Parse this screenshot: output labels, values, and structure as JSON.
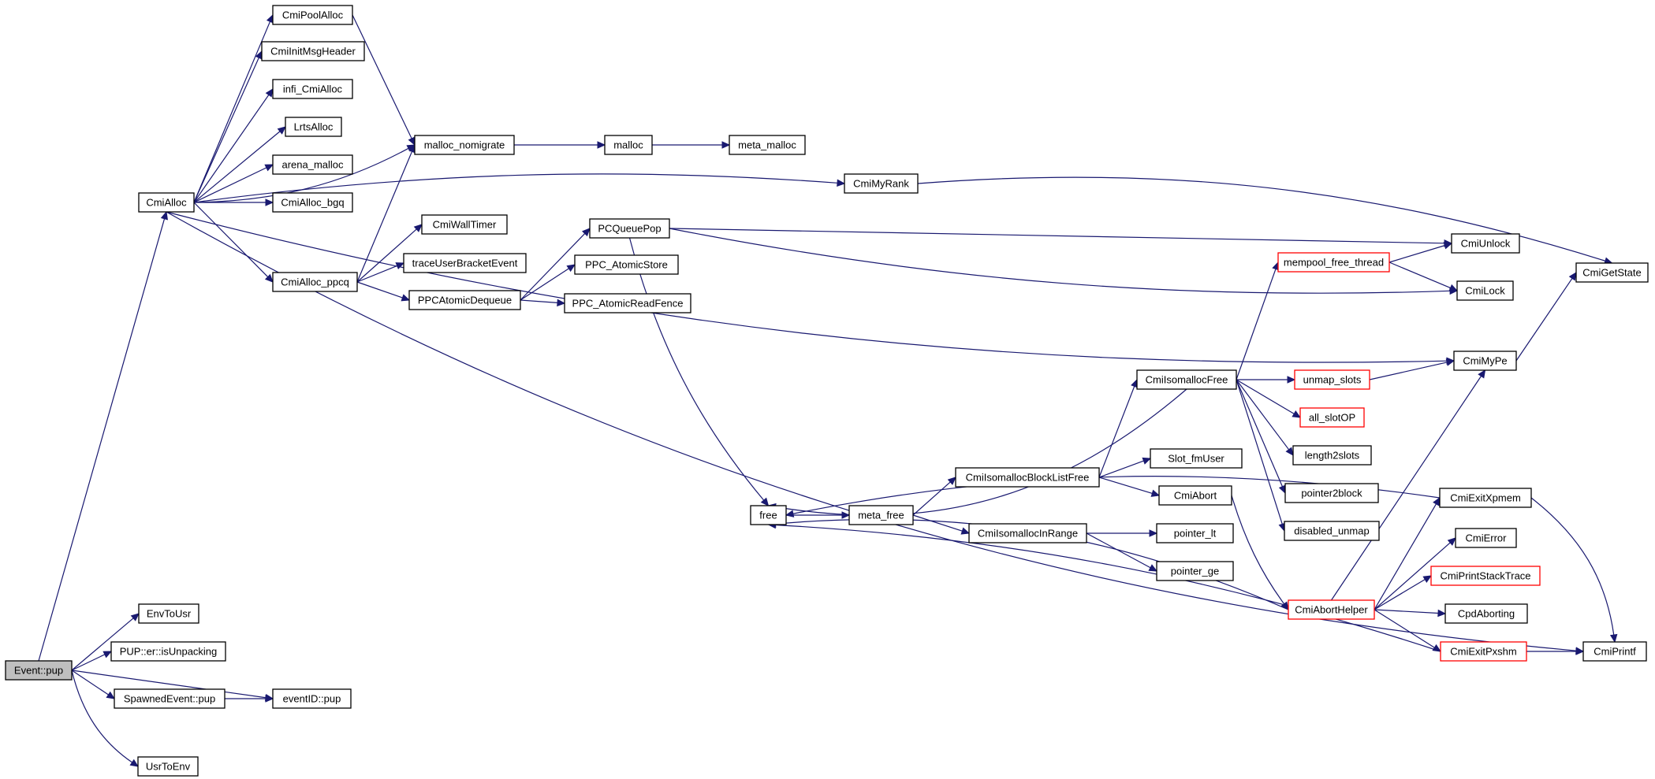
{
  "colors": {
    "edge": "#191970",
    "node_border": "#000000",
    "truncated_border": "#ff0000",
    "root_fill": "#bfbfbf",
    "node_fill": "#ffffff"
  },
  "nodes": [
    {
      "id": "event_pup",
      "label": "Event::pup",
      "style": "root"
    },
    {
      "id": "cmialloc",
      "label": "CmiAlloc"
    },
    {
      "id": "envtousr",
      "label": "EnvToUsr"
    },
    {
      "id": "isunpacking",
      "label": "PUP::er::isUnpacking"
    },
    {
      "id": "spawnedevent_pup",
      "label": "SpawnedEvent::pup"
    },
    {
      "id": "usrtoenv",
      "label": "UsrToEnv"
    },
    {
      "id": "eventid_pup",
      "label": "eventID::pup"
    },
    {
      "id": "cmipoolalloc",
      "label": "CmiPoolAlloc"
    },
    {
      "id": "cmiinitmsgheader",
      "label": "CmiInitMsgHeader"
    },
    {
      "id": "infi_cmialloc",
      "label": "infi_CmiAlloc"
    },
    {
      "id": "lrtsalloc",
      "label": "LrtsAlloc"
    },
    {
      "id": "arena_malloc",
      "label": "arena_malloc"
    },
    {
      "id": "cmialloc_bgq",
      "label": "CmiAlloc_bgq"
    },
    {
      "id": "cmialloc_ppcq",
      "label": "CmiAlloc_ppcq"
    },
    {
      "id": "malloc_nomigrate",
      "label": "malloc_nomigrate"
    },
    {
      "id": "malloc",
      "label": "malloc"
    },
    {
      "id": "meta_malloc",
      "label": "meta_malloc"
    },
    {
      "id": "cmimyrank",
      "label": "CmiMyRank"
    },
    {
      "id": "cmiwalltimer",
      "label": "CmiWallTimer"
    },
    {
      "id": "traceuserbracketevent",
      "label": "traceUserBracketEvent"
    },
    {
      "id": "ppcatomicdequeue",
      "label": "PPCAtomicDequeue"
    },
    {
      "id": "pcqueuepop",
      "label": "PCQueuePop"
    },
    {
      "id": "ppc_atomicstore",
      "label": "PPC_AtomicStore"
    },
    {
      "id": "ppc_atomicreadfence",
      "label": "PPC_AtomicReadFence"
    },
    {
      "id": "cmiunlock",
      "label": "CmiUnlock"
    },
    {
      "id": "cmilock",
      "label": "CmiLock"
    },
    {
      "id": "cmigetstate",
      "label": "CmiGetState"
    },
    {
      "id": "mempool_free_thread",
      "label": "mempool_free_thread",
      "style": "truncated"
    },
    {
      "id": "cmimype",
      "label": "CmiMyPe"
    },
    {
      "id": "cmiisomallocfree",
      "label": "CmiIsomallocFree"
    },
    {
      "id": "unmap_slots",
      "label": "unmap_slots",
      "style": "truncated"
    },
    {
      "id": "all_slotop",
      "label": "all_slotOP",
      "style": "truncated"
    },
    {
      "id": "length2slots",
      "label": "length2slots"
    },
    {
      "id": "pointer2block",
      "label": "pointer2block"
    },
    {
      "id": "disabled_unmap",
      "label": "disabled_unmap"
    },
    {
      "id": "free",
      "label": "free"
    },
    {
      "id": "meta_free",
      "label": "meta_free"
    },
    {
      "id": "cmiisomallocblocklistfree",
      "label": "CmiIsomallocBlockListFree"
    },
    {
      "id": "cmiisomallocinrange",
      "label": "CmiIsomallocInRange"
    },
    {
      "id": "slot_fmuser",
      "label": "Slot_fmUser"
    },
    {
      "id": "cmiabort",
      "label": "CmiAbort"
    },
    {
      "id": "pointer_lt",
      "label": "pointer_lt"
    },
    {
      "id": "pointer_ge",
      "label": "pointer_ge"
    },
    {
      "id": "cmiexitxpmem",
      "label": "CmiExitXpmem"
    },
    {
      "id": "cmierror",
      "label": "CmiError"
    },
    {
      "id": "cmiprintstacktrace",
      "label": "CmiPrintStackTrace",
      "style": "truncated"
    },
    {
      "id": "cmiaborthelper",
      "label": "CmiAbortHelper",
      "style": "truncated"
    },
    {
      "id": "cpdaborting",
      "label": "CpdAborting"
    },
    {
      "id": "cmiexitpxshm",
      "label": "CmiExitPxshm",
      "style": "truncated"
    },
    {
      "id": "cmiprintf",
      "label": "CmiPrintf"
    }
  ],
  "edges": [
    [
      "event_pup",
      "cmialloc"
    ],
    [
      "event_pup",
      "envtousr"
    ],
    [
      "event_pup",
      "isunpacking"
    ],
    [
      "event_pup",
      "spawnedevent_pup"
    ],
    [
      "event_pup",
      "eventid_pup"
    ],
    [
      "event_pup",
      "usrtoenv"
    ],
    [
      "spawnedevent_pup",
      "eventid_pup"
    ],
    [
      "cmialloc",
      "cmipoolalloc"
    ],
    [
      "cmialloc",
      "cmiinitmsgheader"
    ],
    [
      "cmialloc",
      "infi_cmialloc"
    ],
    [
      "cmialloc",
      "lrtsalloc"
    ],
    [
      "cmialloc",
      "arena_malloc"
    ],
    [
      "cmialloc",
      "cmialloc_bgq"
    ],
    [
      "cmialloc",
      "cmialloc_ppcq"
    ],
    [
      "cmialloc",
      "malloc_nomigrate"
    ],
    [
      "cmialloc",
      "cmimyrank"
    ],
    [
      "cmialloc",
      "cmimype"
    ],
    [
      "cmialloc",
      "cmiprintf"
    ],
    [
      "cmipoolalloc",
      "malloc_nomigrate"
    ],
    [
      "cmialloc_ppcq",
      "malloc_nomigrate"
    ],
    [
      "cmialloc_ppcq",
      "cmiwalltimer"
    ],
    [
      "cmialloc_ppcq",
      "traceuserbracketevent"
    ],
    [
      "cmialloc_ppcq",
      "ppcatomicdequeue"
    ],
    [
      "malloc_nomigrate",
      "malloc"
    ],
    [
      "malloc",
      "meta_malloc"
    ],
    [
      "cmimyrank",
      "cmigetstate"
    ],
    [
      "ppcatomicdequeue",
      "pcqueuepop"
    ],
    [
      "ppcatomicdequeue",
      "ppc_atomicstore"
    ],
    [
      "ppcatomicdequeue",
      "ppc_atomicreadfence"
    ],
    [
      "pcqueuepop",
      "cmiunlock"
    ],
    [
      "pcqueuepop",
      "cmilock"
    ],
    [
      "pcqueuepop",
      "free"
    ],
    [
      "mempool_free_thread",
      "cmiunlock"
    ],
    [
      "mempool_free_thread",
      "cmilock"
    ],
    [
      "cmimype",
      "cmigetstate"
    ],
    [
      "cmiisomallocfree",
      "mempool_free_thread"
    ],
    [
      "cmiisomallocfree",
      "unmap_slots"
    ],
    [
      "cmiisomallocfree",
      "all_slotop"
    ],
    [
      "cmiisomallocfree",
      "length2slots"
    ],
    [
      "cmiisomallocfree",
      "pointer2block"
    ],
    [
      "cmiisomallocfree",
      "disabled_unmap"
    ],
    [
      "cmiisomallocfree",
      "free"
    ],
    [
      "unmap_slots",
      "cmimype"
    ],
    [
      "free",
      "meta_free"
    ],
    [
      "meta_free",
      "cmiisomallocblocklistfree"
    ],
    [
      "meta_free",
      "cmiisomallocinrange"
    ],
    [
      "cmiisomallocblocklistfree",
      "cmiisomallocfree"
    ],
    [
      "cmiisomallocblocklistfree",
      "slot_fmuser"
    ],
    [
      "cmiisomallocblocklistfree",
      "cmiabort"
    ],
    [
      "cmiisomallocinrange",
      "pointer_lt"
    ],
    [
      "cmiisomallocinrange",
      "pointer_ge"
    ],
    [
      "cmiabort",
      "cmiaborthelper"
    ],
    [
      "cmiaborthelper",
      "free"
    ],
    [
      "cmiaborthelper",
      "cmimype"
    ],
    [
      "cmiaborthelper",
      "cmiexitxpmem"
    ],
    [
      "cmiaborthelper",
      "cmierror"
    ],
    [
      "cmiaborthelper",
      "cmiprintstacktrace"
    ],
    [
      "cmiaborthelper",
      "cpdaborting"
    ],
    [
      "cmiaborthelper",
      "cmiexitpxshm"
    ],
    [
      "cmiexitxpmem",
      "free"
    ],
    [
      "cmiexitxpmem",
      "cmiprintf"
    ],
    [
      "cmiexitpxshm",
      "free"
    ],
    [
      "cmiexitpxshm",
      "cmiprintf"
    ]
  ]
}
